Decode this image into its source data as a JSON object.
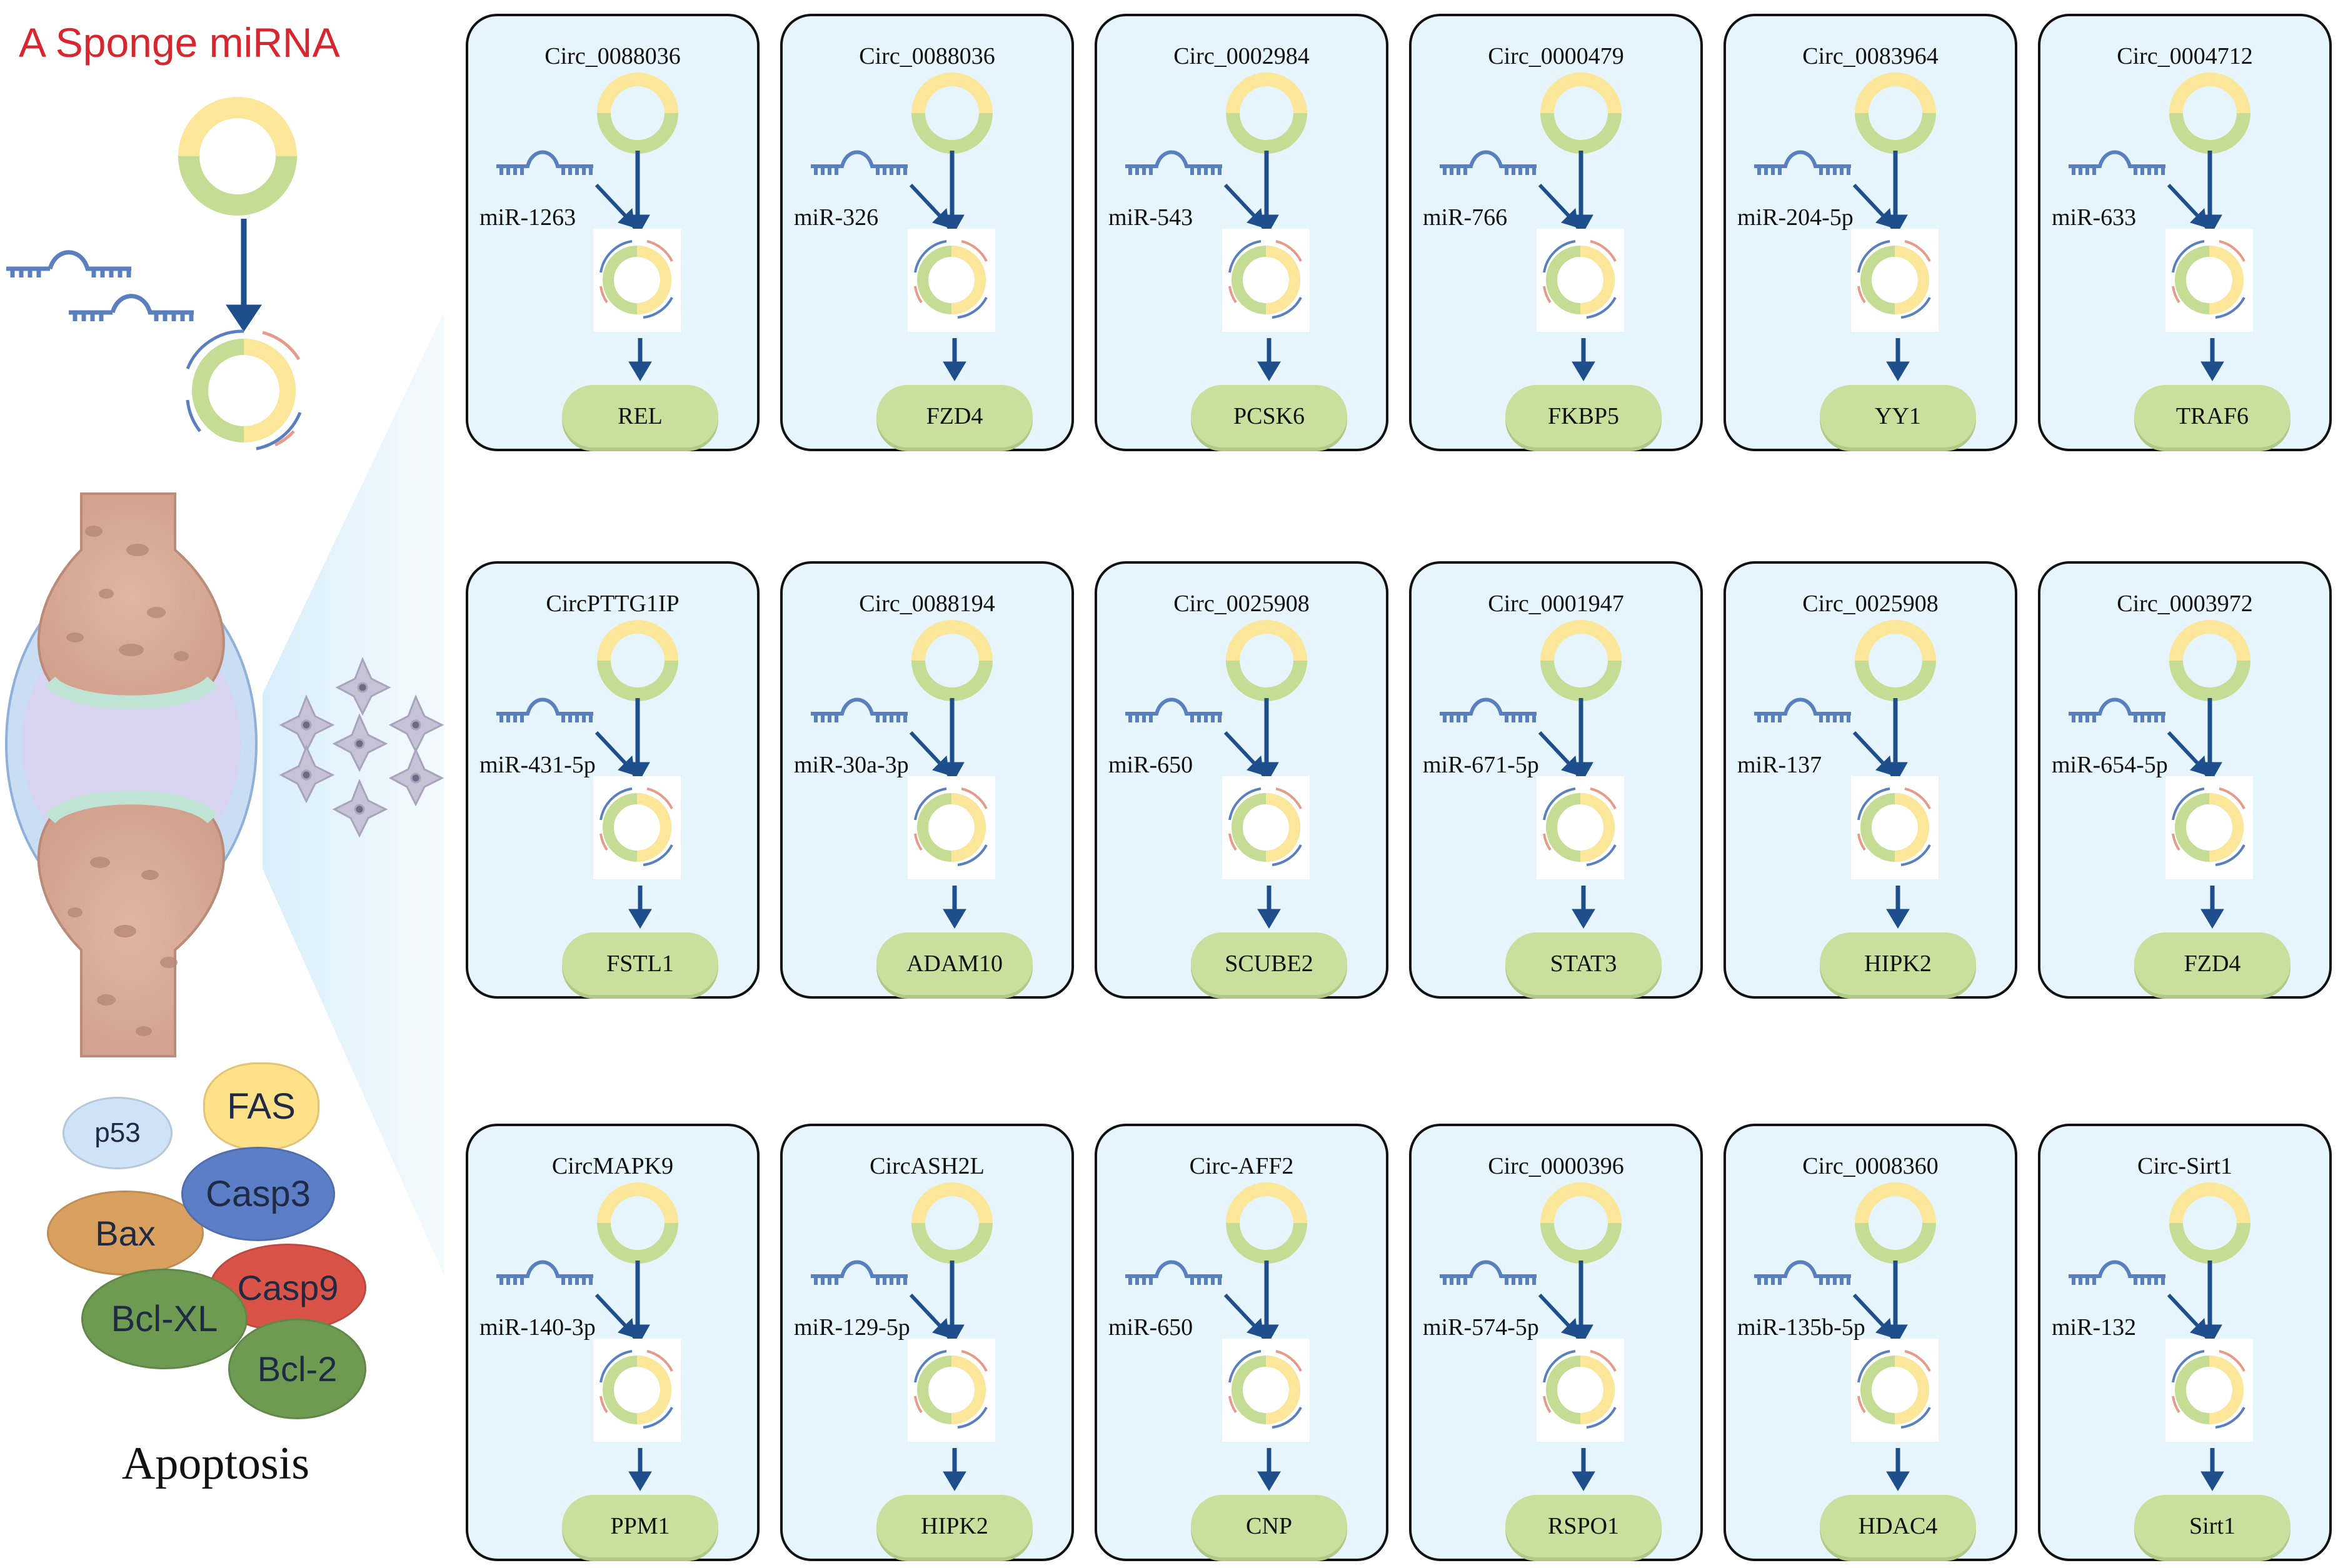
{
  "left_panel": {
    "title": "A Sponge miRNA",
    "proteins": [
      {
        "key": "p53",
        "label": "p53",
        "color": "#cfe3f7"
      },
      {
        "key": "fas",
        "label": "FAS",
        "color": "#ffe18a"
      },
      {
        "key": "casp3",
        "label": "Casp3",
        "color": "#5b7ec6"
      },
      {
        "key": "bax",
        "label": "Bax",
        "color": "#d9a060"
      },
      {
        "key": "casp9",
        "label": "Casp9",
        "color": "#d95348"
      },
      {
        "key": "bclxl",
        "label": "Bcl-XL",
        "color": "#6e9a52"
      },
      {
        "key": "bcl2",
        "label": "Bcl-2",
        "color": "#6e9a52"
      }
    ],
    "apoptosis_label": "Apoptosis"
  },
  "colors": {
    "card_fill": "#e6f4fb",
    "circ_green": "#c5dc95",
    "circ_yellow": "#fbe69a",
    "arrow_blue": "#1f4e8c",
    "mirna_blue": "#5a7fbf",
    "target_fill": "#c8df9d",
    "title_red": "#d9262e"
  },
  "cards": [
    {
      "circ": "Circ_0088036",
      "mirna": "miR-1263",
      "target": "REL"
    },
    {
      "circ": "Circ_0088036",
      "mirna": "miR-326",
      "target": "FZD4"
    },
    {
      "circ": "Circ_0002984",
      "mirna": "miR-543",
      "target": "PCSK6"
    },
    {
      "circ": "Circ_0000479",
      "mirna": "miR-766",
      "target": "FKBP5"
    },
    {
      "circ": "Circ_0083964",
      "mirna": "miR-204-5p",
      "target": "YY1"
    },
    {
      "circ": "Circ_0004712",
      "mirna": "miR-633",
      "target": "TRAF6"
    },
    {
      "circ": "CircPTTG1IP",
      "mirna": "miR-431-5p",
      "target": "FSTL1"
    },
    {
      "circ": "Circ_0088194",
      "mirna": "miR-30a-3p",
      "target": "ADAM10"
    },
    {
      "circ": "Circ_0025908",
      "mirna": "miR-650",
      "target": "SCUBE2"
    },
    {
      "circ": "Circ_0001947",
      "mirna": "miR-671-5p",
      "target": "STAT3"
    },
    {
      "circ": "Circ_0025908",
      "mirna": "miR-137",
      "target": "HIPK2"
    },
    {
      "circ": "Circ_0003972",
      "mirna": "miR-654-5p",
      "target": "FZD4"
    },
    {
      "circ": "CircMAPK9",
      "mirna": "miR-140-3p",
      "target": "PPM1"
    },
    {
      "circ": "CircASH2L",
      "mirna": "miR-129-5p",
      "target": "HIPK2"
    },
    {
      "circ": "Circ-AFF2",
      "mirna": "miR-650",
      "target": "CNP"
    },
    {
      "circ": "Circ_0000396",
      "mirna": "miR-574-5p",
      "target": "RSPO1"
    },
    {
      "circ": "Circ_0008360",
      "mirna": "miR-135b-5p",
      "target": "HDAC4"
    },
    {
      "circ": "Circ-Sirt1",
      "mirna": "miR-132",
      "target": "Sirt1"
    }
  ]
}
